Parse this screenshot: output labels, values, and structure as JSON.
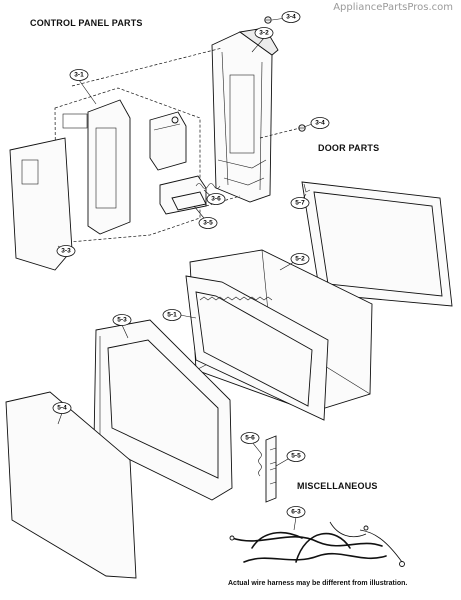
{
  "watermark": "AppliancePartsPros.com",
  "sections": {
    "control_panel": "CONTROL PANEL PARTS",
    "door": "DOOR PARTS",
    "misc": "MISCELLANEOUS"
  },
  "footnote": "Actual wire harness may be different from illustration.",
  "callouts": {
    "c_3_1": "3-1",
    "c_3_2": "3-2",
    "c_3_3": "3-3",
    "c_3_4a": "3-4",
    "c_3_4b": "3-4",
    "c_3_6": "3-6",
    "c_3_5": "3-5",
    "c_5_7": "5-7",
    "c_5_2": "5-2",
    "c_5_1": "5-1",
    "c_5_3": "5-3",
    "c_5_4": "5-4",
    "c_5_6": "5-6",
    "c_5_5": "5-5",
    "c_6_3": "6-3"
  }
}
